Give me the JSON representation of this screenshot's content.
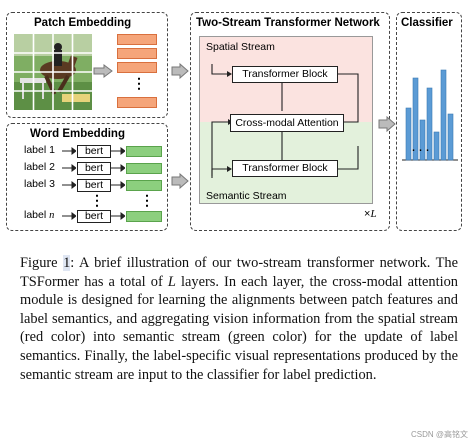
{
  "patch_embedding": {
    "title": "Patch Embedding",
    "dots": "⋮"
  },
  "word_embedding": {
    "title": "Word Embedding",
    "labels": [
      "label 1",
      "label 2",
      "label 3"
    ],
    "label_n": "label",
    "label_n_var": "n",
    "bert": "bert",
    "dots": "⋮"
  },
  "transformer": {
    "title": "Two-Stream Transformer Network",
    "spatial_stream": "Spatial Stream",
    "semantic_stream": "Semantic Stream",
    "block_top": "Transformer Block",
    "cross_attention": "Cross-modal Attention",
    "block_bottom": "Transformer Block",
    "times_label": "×",
    "times_var": "L"
  },
  "classifier": {
    "title": "Classifier",
    "dots": "···"
  },
  "caption": {
    "figure_label": "Figure",
    "figure_num": "1",
    "text_a": ": A brief illustration of our two-stream transformer network. The TSFormer has a total of ",
    "var_L": "L",
    "text_b": " layers. In each layer, the cross-modal attention module is designed for learning the alignments between patch features and label semantics, and aggregating vision information from the spatial stream (red color) into semantic stream (green color) for the update of label semantics. Finally, the label-specific visual representations produced by the semantic stream are input to the classifier for label prediction."
  },
  "watermark": "CSDN @高铭文",
  "colors": {
    "patch_orange": "#f5a57a",
    "patch_orange_dark": "#d9703e",
    "word_green": "#8ccf7e",
    "word_green_dark": "#5aa34c",
    "spatial_bg": "#fbe3e0",
    "semantic_bg": "#e3f1dc",
    "classifier_blue": "#5b9bd5"
  }
}
